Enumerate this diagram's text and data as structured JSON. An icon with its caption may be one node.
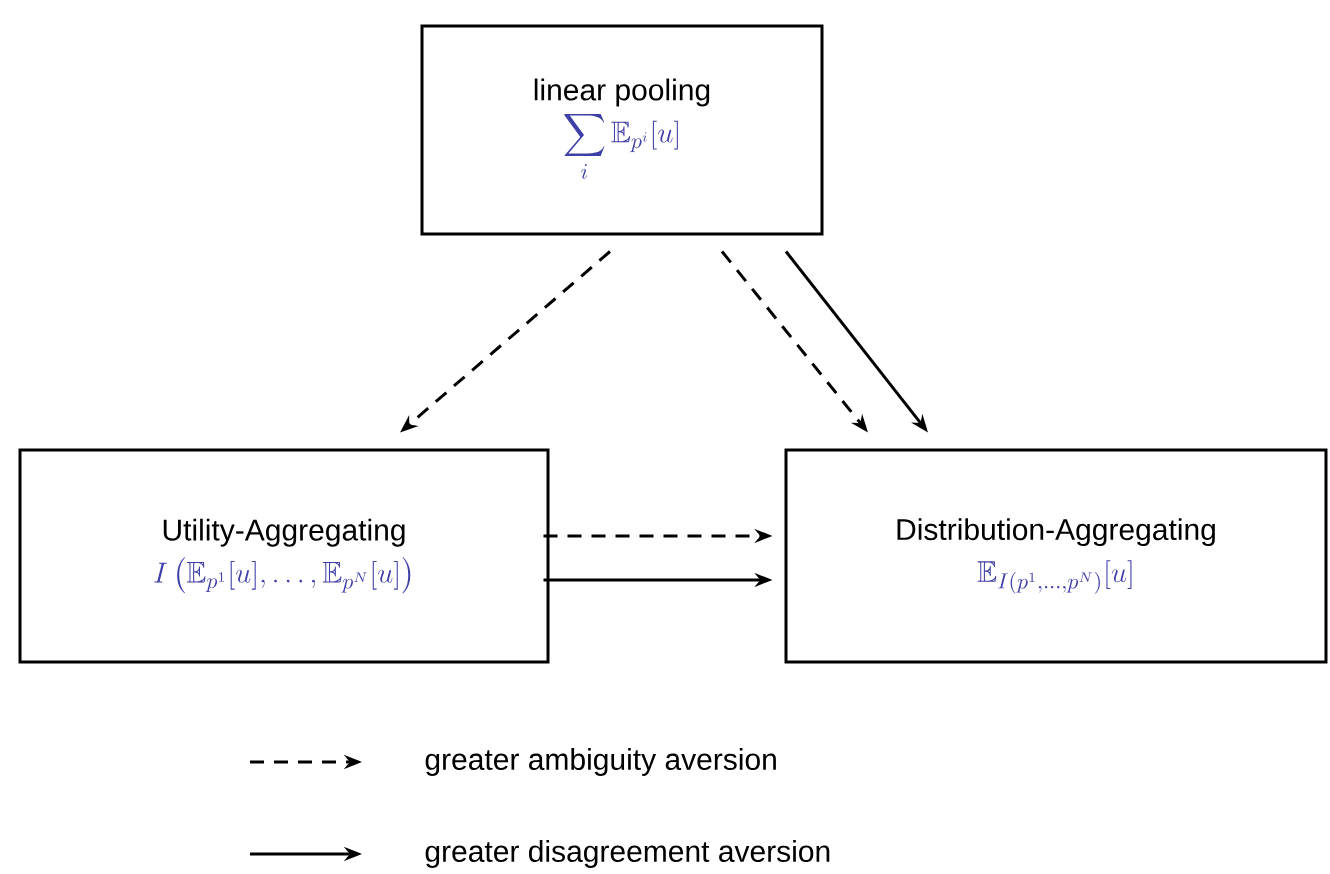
{
  "diagram": {
    "nodes": [
      {
        "text": [
          "linear pooling",
          "\\sum_i \\mathbb{E}_{p^i}[u]"
        ]
      },
      {
        "text": [
          "Utility-Aggregating",
          "I\\left(\\mathbb{E}_{p^1}[u], \\dots, \\mathbb{E}_{p^N}[u]\\right)"
        ]
      },
      {
        "text": [
          "Distribution-Aggregating",
          "\\mathbb{E}_{I(p^1,\\dots,p^N)}[u]"
        ]
      }
    ],
    "edges": [
      {
        "from": 0,
        "to": 1,
        "arrow": "to",
        "style": "dashed"
      },
      {
        "from": 0,
        "to": 2,
        "arrow": "to",
        "style": "dashed"
      },
      {
        "from": 0,
        "to": 2,
        "arrow": "to"
      },
      {
        "from": 1,
        "to": 2,
        "arrow": "to",
        "style": "dashed"
      },
      {
        "from": 1,
        "to": 2,
        "arrow": "to"
      }
    ],
    "legend": [
      {
        "text": "greater ambiguity aversion"
      },
      {
        "text": "greater disagreement aversion"
      }
    ]
  }
}
